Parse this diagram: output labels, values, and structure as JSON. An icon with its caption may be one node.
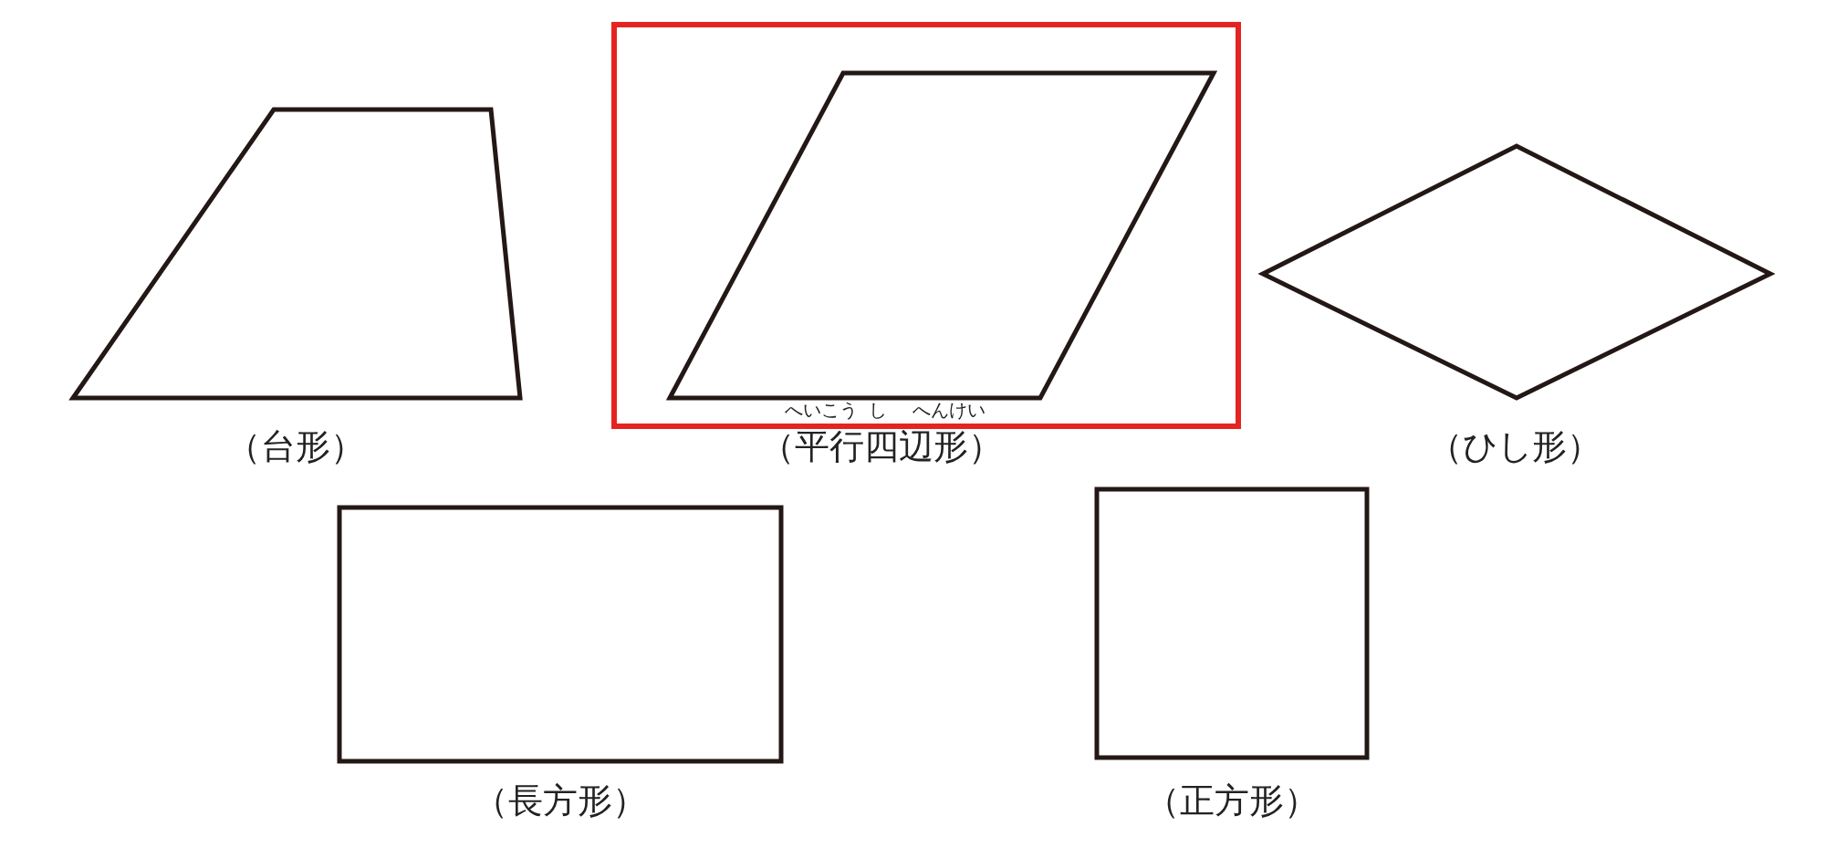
{
  "diagram": {
    "nodes": [
      {
        "text": [
          "（台形）"
        ]
      },
      {
        "text": [],
        "shape": "box"
      },
      {
        "text": [
          "（平行四辺形）"
        ],
        "in": 1,
        "beside": [
          "へいこう",
          "し",
          "へんけい"
        ]
      },
      {
        "text": [
          "（ひし形）"
        ]
      },
      {
        "text": [
          "（長方形）"
        ]
      },
      {
        "text": [
          "（正方形）"
        ]
      }
    ]
  }
}
